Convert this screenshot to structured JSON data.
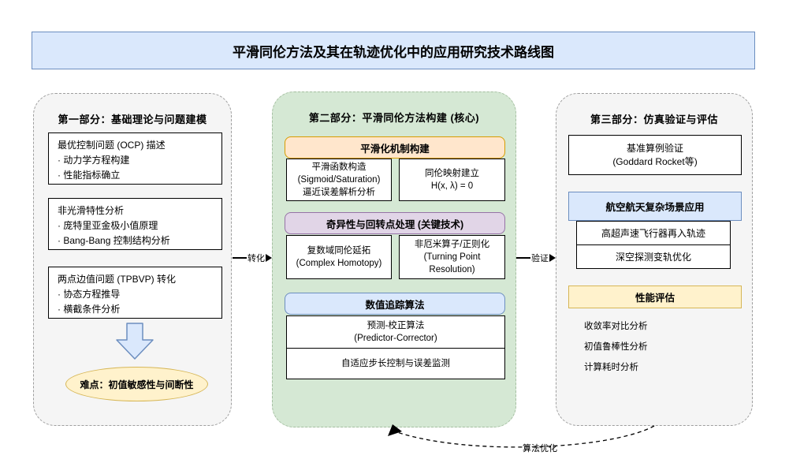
{
  "title": "平滑同伦方法及其在轨迹优化中的应用研究技术路线图",
  "part1": {
    "heading": "第一部分：基础理论与问题建模",
    "box1": {
      "l1": "最优控制问题 (OCP) 描述",
      "l2": "· 动力学方程构建",
      "l3": "· 性能指标确立"
    },
    "box2": {
      "l1": "非光滑特性分析",
      "l2": "· 庞特里亚金极小值原理",
      "l3": "· Bang-Bang 控制结构分析"
    },
    "box3": {
      "l1": "两点边值问题 (TPBVP) 转化",
      "l2": "· 协态方程推导",
      "l3": "· 横截条件分析"
    },
    "difficulty": "难点：初值敏感性与间断性"
  },
  "part2": {
    "heading": "第二部分：平滑同伦方法构建 (核心)",
    "g1": {
      "header": "平滑化机制构建",
      "cell_a": {
        "l1": "平滑函数构造",
        "l2": "(Sigmoid/Saturation)",
        "l3": "逼近误差解析分析"
      },
      "cell_b": {
        "l1": "同伦映射建立",
        "l2": "H(x, λ) = 0"
      }
    },
    "g2": {
      "header": "奇异性与回转点处理 (关键技术)",
      "cell_a": {
        "l1": "复数域同伦延拓",
        "l2": "(Complex Homotopy)"
      },
      "cell_b": {
        "l1": "非厄米算子/正则化",
        "l2": "(Turning Point",
        "l3": "Resolution)"
      }
    },
    "g3": {
      "header": "数值追踪算法",
      "row1": {
        "l1": "预测-校正算法",
        "l2": "(Predictor-Corrector)"
      },
      "row2": {
        "l1": "自适应步长控制与误差监测"
      }
    }
  },
  "part3": {
    "heading": "第三部分：仿真验证与评估",
    "benchmark": {
      "l1": "基准算例验证",
      "l2": "(Goddard Rocket等)"
    },
    "aero_header": "航空航天复杂场景应用",
    "aero_item1": "高超声速飞行器再入轨迹",
    "aero_item2": "深空探测变轨优化",
    "perf_header": "性能评估",
    "perf_item1": "收敛率对比分析",
    "perf_item2": "初值鲁棒性分析",
    "perf_item3": "计算耗时分析"
  },
  "arrows": {
    "transform": "转化",
    "verify": "验证",
    "feedback": "算法优化"
  },
  "colors": {
    "blue_fill": "#dae8fc",
    "blue_border": "#6c8ebf",
    "green_fill": "#d5e8d4",
    "green_dash": "#a5bfa1",
    "orange_fill": "#ffe6cc",
    "orange_border": "#d79b00",
    "purple_fill": "#e1d5e7",
    "purple_border": "#9673a6",
    "yellow_fill": "#fff2cc",
    "yellow_border": "#d6b656",
    "gray_fill": "#f5f5f5",
    "gray_border": "#9e9e9e"
  }
}
